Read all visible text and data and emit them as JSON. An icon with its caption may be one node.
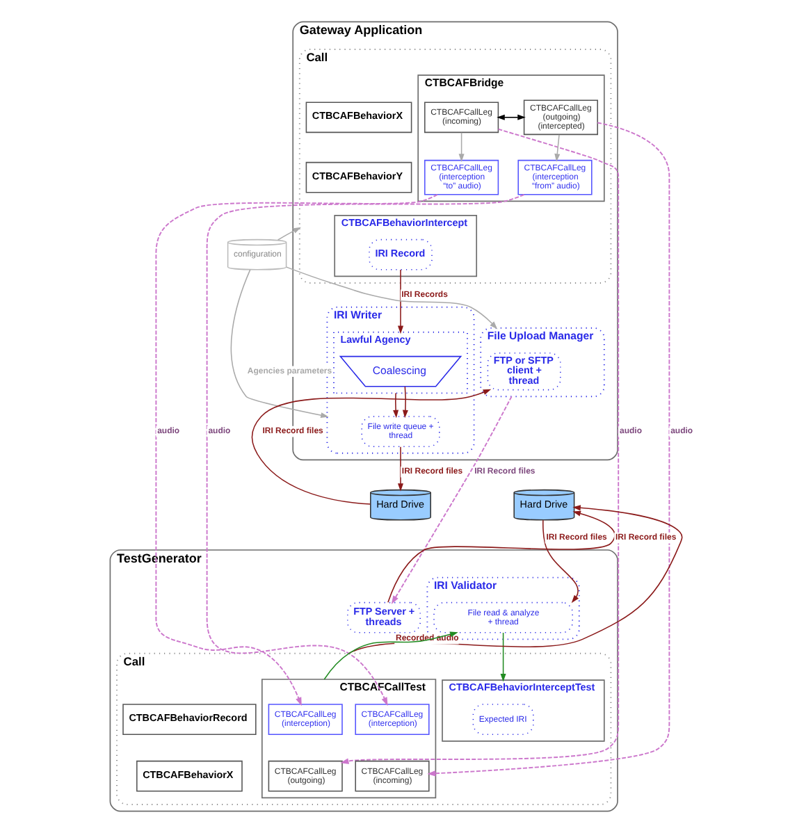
{
  "diagram": {
    "nodes": [
      {
        "text": [
          "Gateway Application"
        ]
      },
      {
        "text": [
          "Call"
        ],
        "in": 0
      },
      {
        "text": [
          "CTBCAFBridge"
        ],
        "in": 1
      },
      {
        "text": [
          "CTBCAFCallLeg (incoming)"
        ],
        "in": 2
      },
      {
        "text": [
          "CTBCAFCallLeg (outgoing) (intercepted)"
        ],
        "in": 2
      },
      {
        "text": [
          "CTBCAFCallLeg (interception “to” audio)"
        ],
        "in": 2
      },
      {
        "text": [
          "CTBCAFCallLeg (interception “from” audio)"
        ],
        "in": 2
      },
      {
        "text": [
          "CTBCAFBehaviorX"
        ],
        "in": 1
      },
      {
        "text": [
          "CTBCAFBehaviorY"
        ],
        "in": 1
      },
      {
        "text": [
          "CTBCAFBehaviorIntercept"
        ],
        "in": 1
      },
      {
        "text": [
          "IRI Record"
        ],
        "in": 9
      },
      {
        "text": [
          "File Upload Manager"
        ],
        "in": 0
      },
      {
        "text": [
          "FTP or SFTP client + thread"
        ],
        "in": 11
      },
      {
        "text": [
          "IRI Writer"
        ],
        "in": 0
      },
      {
        "text": [
          "Lawful Agency"
        ],
        "in": 13
      },
      {
        "text": [
          "Coalescing"
        ],
        "in": 14
      },
      {
        "text": [
          "File write queue + thread"
        ],
        "in": 13
      },
      {
        "text": [
          "configuration"
        ]
      },
      {
        "text": [
          "Hard Drive"
        ]
      },
      {
        "text": [
          "Hard Drive"
        ]
      },
      {
        "text": [
          "TestGenerator"
        ]
      },
      {
        "text": [
          "FTP Server + threads"
        ],
        "in": 20
      },
      {
        "text": [
          "IRI Validator"
        ],
        "in": 20
      },
      {
        "text": [
          "File read & analyze + thread"
        ],
        "in": 22
      },
      {
        "text": [
          "Call"
        ],
        "in": 20
      },
      {
        "text": [
          "CTBCAFCallTest"
        ],
        "in": 24
      },
      {
        "text": [
          "CTBCAFCallLeg (interception)"
        ],
        "in": 25
      },
      {
        "text": [
          "CTBCAFCallLeg (interception)"
        ],
        "in": 25
      },
      {
        "text": [
          "CTBCAFCallLeg (outgoing)"
        ],
        "in": 25
      },
      {
        "text": [
          "CTBCAFCallLeg (incoming)"
        ],
        "in": 25
      },
      {
        "text": [
          "CTBCAFBehaviorInterceptTest"
        ],
        "in": 24
      },
      {
        "text": [
          "Expected IRI"
        ],
        "in": 30
      },
      {
        "text": [
          "CTBCAFBehaviorRecord"
        ],
        "in": 24
      },
      {
        "text": [
          "CTBCAFBehaviorX"
        ],
        "in": 24
      }
    ],
    "edges": [
      {
        "from": 3,
        "to": 4,
        "arrow": "both",
        "color": "#000000"
      },
      {
        "from": 3,
        "to": 5,
        "arrow": "to",
        "color": "#aaaaaa"
      },
      {
        "from": 4,
        "to": 6,
        "arrow": "to",
        "color": "#aaaaaa"
      },
      {
        "from": 5,
        "to": 26,
        "arrow": "to",
        "label": "audio",
        "style": "dashed",
        "color": "#cc77cc"
      },
      {
        "from": 3,
        "to": 28,
        "arrow": "to",
        "label": "audio",
        "style": "dashed",
        "color": "#cc77cc"
      },
      {
        "from": 4,
        "to": 29,
        "arrow": "to",
        "label": "audio",
        "style": "dashed",
        "color": "#cc77cc"
      },
      {
        "from": 6,
        "to": 27,
        "arrow": "to",
        "label": "audio",
        "style": "dashed",
        "color": "#cc77cc"
      },
      {
        "from": 10,
        "to": 14,
        "arrow": "to",
        "label": "IRI Records"
      },
      {
        "from": 17,
        "to": 13,
        "arrow": "to",
        "label": "Agencies parameters",
        "color": "#aaaaaa"
      },
      {
        "from": 17,
        "to": 1,
        "arrow": "to",
        "color": "#aaaaaa"
      },
      {
        "from": 17,
        "to": 11,
        "arrow": "to",
        "color": "#aaaaaa"
      },
      {
        "from": 14,
        "to": 16,
        "arrow": "to"
      },
      {
        "from": 15,
        "to": 16,
        "arrow": "to"
      },
      {
        "from": 16,
        "to": 18,
        "arrow": "to",
        "label": "IRI Record files"
      },
      {
        "from": 18,
        "to": 12,
        "arrow": "to",
        "label": "IRI Record files"
      },
      {
        "from": 11,
        "to": 21,
        "arrow": "to",
        "label": "IRI Record files",
        "style": "dashed",
        "color": "#cc77cc"
      },
      {
        "from": 21,
        "to": 19,
        "arrow": "to",
        "label": "IRI Record files"
      },
      {
        "from": 19,
        "to": 23,
        "arrow": "to",
        "label": "IRI Record files"
      },
      {
        "from": 24,
        "to": 19,
        "arrow": "to",
        "label": "Recorded audio"
      },
      {
        "from": 25,
        "to": 23,
        "arrow": "to",
        "color": "#228b22"
      },
      {
        "from": 23,
        "to": 30,
        "arrow": "to",
        "color": "#228b22"
      }
    ]
  }
}
